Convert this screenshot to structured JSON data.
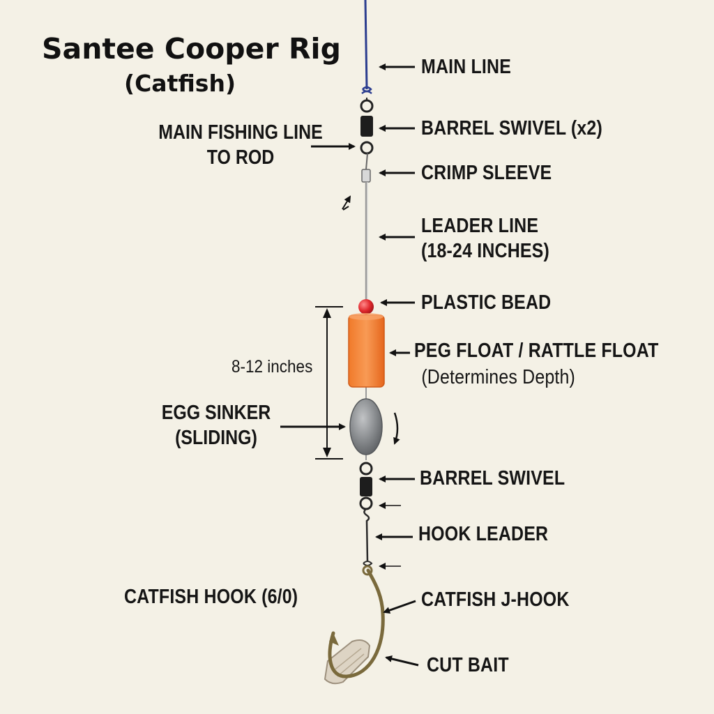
{
  "title": "Santee Cooper Rig",
  "subtitle": "(Catfish)",
  "labels": {
    "main_line": "MAIN LINE",
    "barrel_swivel_x2": "BARREL SWIVEL (x2)",
    "main_fishing_line": [
      "MAIN FISHING LINE",
      "TO ROD"
    ],
    "crimp_sleeve": "CRIMP SLEEVE",
    "leader_line": [
      "LEADER LINE",
      "(18-24 INCHES)"
    ],
    "plastic_bead": "PLASTIC BEAD",
    "peg_float": [
      "PEG FLOAT / RATTLE FLOAT",
      "(Determines Depth)"
    ],
    "measurement": "8-12 inches",
    "egg_sinker": [
      "EGG SINKER",
      "(SLIDING)"
    ],
    "barrel_swivel": "BARREL SWIVEL",
    "hook_leader": "HOOK LEADER",
    "catfish_hook": "CATFISH HOOK (6/0)",
    "catfish_j_hook": "CATFISH J-HOOK",
    "cut_bait": "CUT BAIT"
  },
  "colors": {
    "background": "#f4f1e6",
    "main_line": "#2b3d8f",
    "bead": "#e0282d",
    "float": "#f47a2c",
    "sinker": "#8a8d90",
    "hook": "#7a6a3c"
  }
}
